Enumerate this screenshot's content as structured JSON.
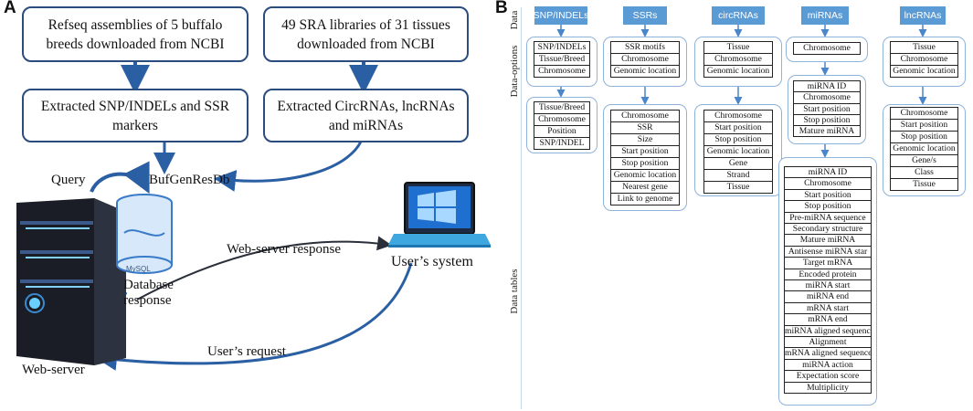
{
  "panels": {
    "a": "A",
    "b": "B"
  },
  "panel_a": {
    "box_refseq": "Refseq assemblies of 5 buffalo breeds downloaded from NCBI",
    "box_sra": "49 SRA libraries of 31 tissues downloaded from NCBI",
    "box_snp": "Extracted SNP/INDELs and SSR markers",
    "box_circ": "Extracted CircRNAs, lncRNAs and miRNAs",
    "db_name": "BufGenResDb",
    "query": "Query",
    "mysql": "MySQL",
    "webserver_response": "Web-server response",
    "database_response": "Database response",
    "users_system": "User’s system",
    "users_request": "User’s request",
    "web_server": "Web-server"
  },
  "panel_b": {
    "side_labels": {
      "data": "Data",
      "data_options": "Data-options",
      "data_tables": "Data tables"
    },
    "headers": [
      "SNP/INDELs",
      "SSRs",
      "circRNAs",
      "miRNAs",
      "lncRNAs"
    ],
    "options": {
      "snp": [
        "SNP/INDELs",
        "Tissue/Breed",
        "Chromosome"
      ],
      "ssr": [
        "SSR motifs",
        "Chromosome",
        "Genomic location"
      ],
      "circ": [
        "Tissue",
        "Chromosome",
        "Genomic location"
      ],
      "mirna": [
        "Chromosome"
      ],
      "lnc": [
        "Tissue",
        "Chromosome",
        "Genomic location"
      ]
    },
    "mirna_sub": [
      "miRNA ID",
      "Chromosome",
      "Start position",
      "Stop position",
      "Mature miRNA"
    ],
    "tables": {
      "snp": [
        "Tissue/Breed",
        "Chromosome",
        "Position",
        "SNP/INDEL"
      ],
      "ssr": [
        "Chromosome",
        "SSR",
        "Size",
        "Start position",
        "Stop position",
        "Genomic location",
        "Nearest gene",
        "Link to genome"
      ],
      "circ": [
        "Chromosome",
        "Start position",
        "Stop position",
        "Genomic location",
        "Gene",
        "Strand",
        "Tissue"
      ],
      "mirna": [
        "miRNA ID",
        "Chromosome",
        "Start position",
        "Stop position",
        "Pre-miRNA sequence",
        "Secondary structure",
        "Mature miRNA",
        "Antisense miRNA star",
        "Target mRNA",
        "Encoded protein",
        "miRNA start",
        "miRNA end",
        "mRNA start",
        "mRNA end",
        "miRNA aligned sequence",
        "Alignment",
        "mRNA aligned sequence",
        "miRNA action",
        "Expectation score",
        "Multiplicity"
      ],
      "lnc": [
        "Chromosome",
        "Start position",
        "Stop position",
        "Genomic location",
        "Gene/s",
        "Class",
        "Tissue"
      ]
    }
  }
}
